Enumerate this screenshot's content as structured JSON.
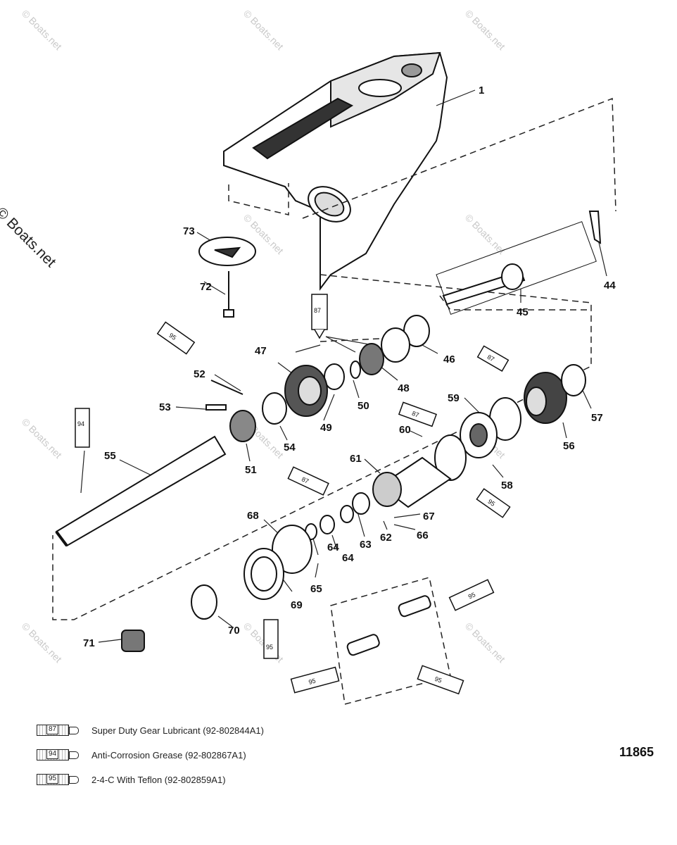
{
  "watermark": "© Boats.net",
  "callouts": {
    "c1": "1",
    "c44": "44",
    "c45": "45",
    "c46": "46",
    "c47": "47",
    "c48": "48",
    "c49": "49",
    "c50": "50",
    "c51": "51",
    "c52": "52",
    "c53": "53",
    "c54": "54",
    "c55": "55",
    "c56": "56",
    "c57": "57",
    "c58": "58",
    "c59": "59",
    "c60": "60",
    "c61": "61",
    "c62": "62",
    "c63": "63",
    "c64a": "64",
    "c64b": "64",
    "c65": "65",
    "c66": "66",
    "c67": "67",
    "c68": "68",
    "c69": "69",
    "c70": "70",
    "c71": "71",
    "c72": "72",
    "c73": "73"
  },
  "tube_labels": {
    "t87": "87",
    "t94": "94",
    "t95": "95"
  },
  "legend": [
    {
      "code": "87",
      "text": "Super Duty Gear Lubricant  (92-802844A1)"
    },
    {
      "code": "94",
      "text": "Anti-Corrosion Grease   (92-802867A1)"
    },
    {
      "code": "95",
      "text": "2-4-C  With Teflon (92-802859A1)"
    }
  ],
  "figure_number": "11865"
}
